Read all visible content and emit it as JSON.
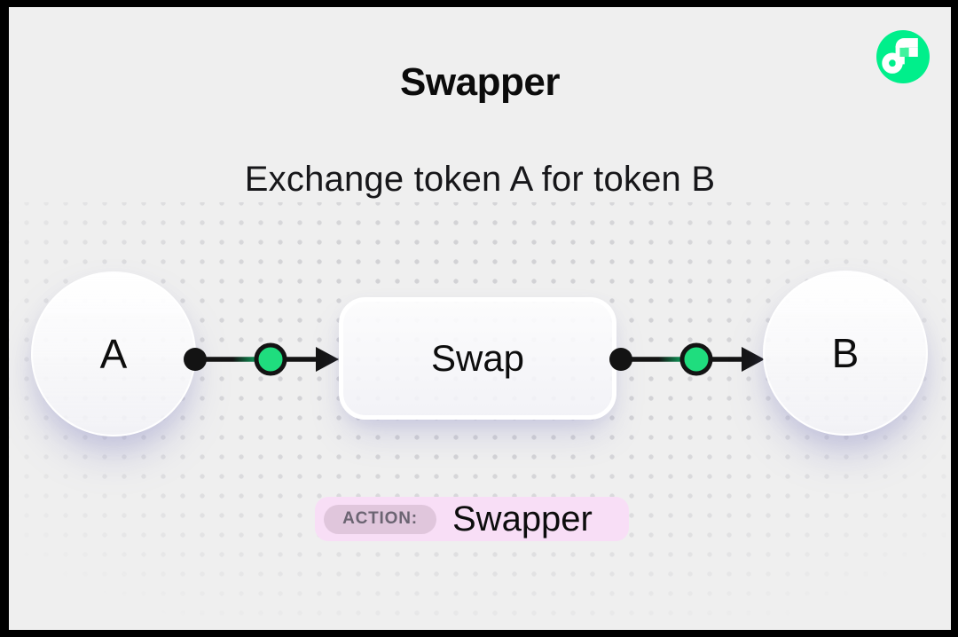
{
  "window": {
    "background": "#efefef",
    "frame_color": "#000000",
    "dot_color": "#d2d2d5"
  },
  "header": {
    "title": "Swapper",
    "subtitle": "Exchange token A for token B"
  },
  "brand_logo": {
    "name": "flow-logo",
    "green": "#00ef8b",
    "mint": "#41f29e"
  },
  "diagram": {
    "source_node": {
      "label": "A"
    },
    "process_node": {
      "label": "Swap"
    },
    "target_node": {
      "label": "B"
    },
    "connector_color": "#131313",
    "connector_green": "#1fdd7e"
  },
  "action_badge": {
    "label": "ACTION:",
    "value": "Swapper",
    "bg": "#f8def6",
    "pill_bg": "#e0c6dc",
    "label_color": "#6b6472"
  }
}
